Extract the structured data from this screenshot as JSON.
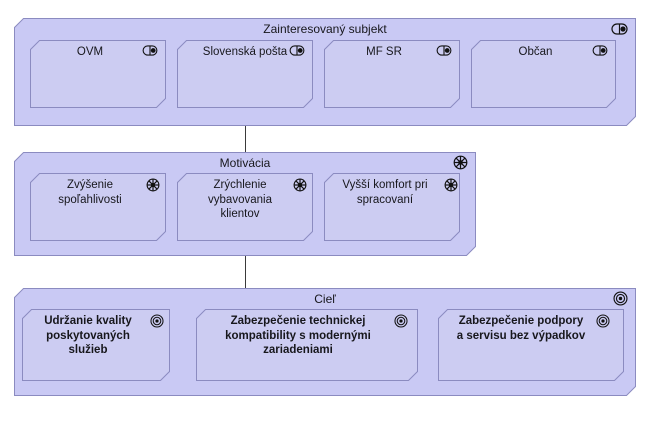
{
  "diagram": {
    "type": "archimate-motivation-view",
    "background": "#ffffff",
    "fill_color": "#ccccf2",
    "border_color": "#8b8bc0",
    "text_color": "#17171c",
    "connector_color": "#3a3a3a"
  },
  "groups": [
    {
      "id": "stakeholder-group",
      "title": "Zainteresovaný subjekt",
      "icon": "stakeholder-icon",
      "nodes": [
        {
          "id": "ovm",
          "label": "OVM",
          "icon": "stakeholder-icon"
        },
        {
          "id": "slovenska-posta",
          "label": "Slovenská pošta",
          "icon": "stakeholder-icon"
        },
        {
          "id": "mf-sr",
          "label": "MF SR",
          "icon": "stakeholder-icon"
        },
        {
          "id": "obcan",
          "label": "Občan",
          "icon": "stakeholder-icon"
        }
      ]
    },
    {
      "id": "motivation-group",
      "title": "Motivácia",
      "icon": "driver-icon",
      "nodes": [
        {
          "id": "zvysenie-spolahlivosti",
          "label": "Zvýšenie spoľahlivosti",
          "icon": "driver-icon"
        },
        {
          "id": "zrychlenie-vybavovania",
          "label": "Zrýchlenie vybavovania klientov",
          "icon": "driver-icon"
        },
        {
          "id": "vyssi-komfort",
          "label": "Vyšší komfort pri spracovaní",
          "icon": "driver-icon"
        }
      ]
    },
    {
      "id": "goal-group",
      "title": "Cieľ",
      "icon": "goal-icon",
      "nodes": [
        {
          "id": "udrzanie-kvality",
          "label": "Udržanie kvality poskytovaných služieb",
          "icon": "goal-icon"
        },
        {
          "id": "zabezpecenie-tech",
          "label": "Zabezpečenie technickej kompatibility s modernými zariadeniami",
          "icon": "goal-icon"
        },
        {
          "id": "zabezpecenie-podpory",
          "label": "Zabezpečenie podpory a servisu bez výpadkov",
          "icon": "goal-icon"
        }
      ]
    }
  ],
  "connectors": [
    {
      "id": "stakeholder-to-motivation",
      "from": "stakeholder-group",
      "to": "motivation-group"
    },
    {
      "id": "motivation-to-goal",
      "from": "motivation-group",
      "to": "goal-group"
    }
  ]
}
